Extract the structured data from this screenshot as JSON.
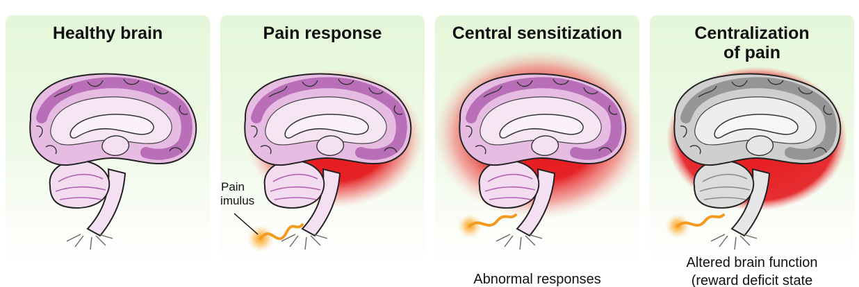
{
  "panels": [
    {
      "title": "Healthy brain"
    },
    {
      "title": "Pain response",
      "stimulus_label": "Pain\nstimulus"
    },
    {
      "title": "Central sensitization",
      "caption": "Abnormal responses"
    },
    {
      "title": "Centralization\nof pain",
      "caption": "Altered brain function\n(reward deficit state"
    }
  ],
  "colors": {
    "panel_bg": "#e4f7d9",
    "brain_pink": "#e7bce3",
    "brain_purple": "#b061b0",
    "brain_light": "#f6e6f4",
    "brain_gray": "#d0cfcf",
    "brain_dark_gray": "#8c8c8c",
    "glow_red": "#e5171b",
    "nerve_orange": "#f49a1e"
  }
}
